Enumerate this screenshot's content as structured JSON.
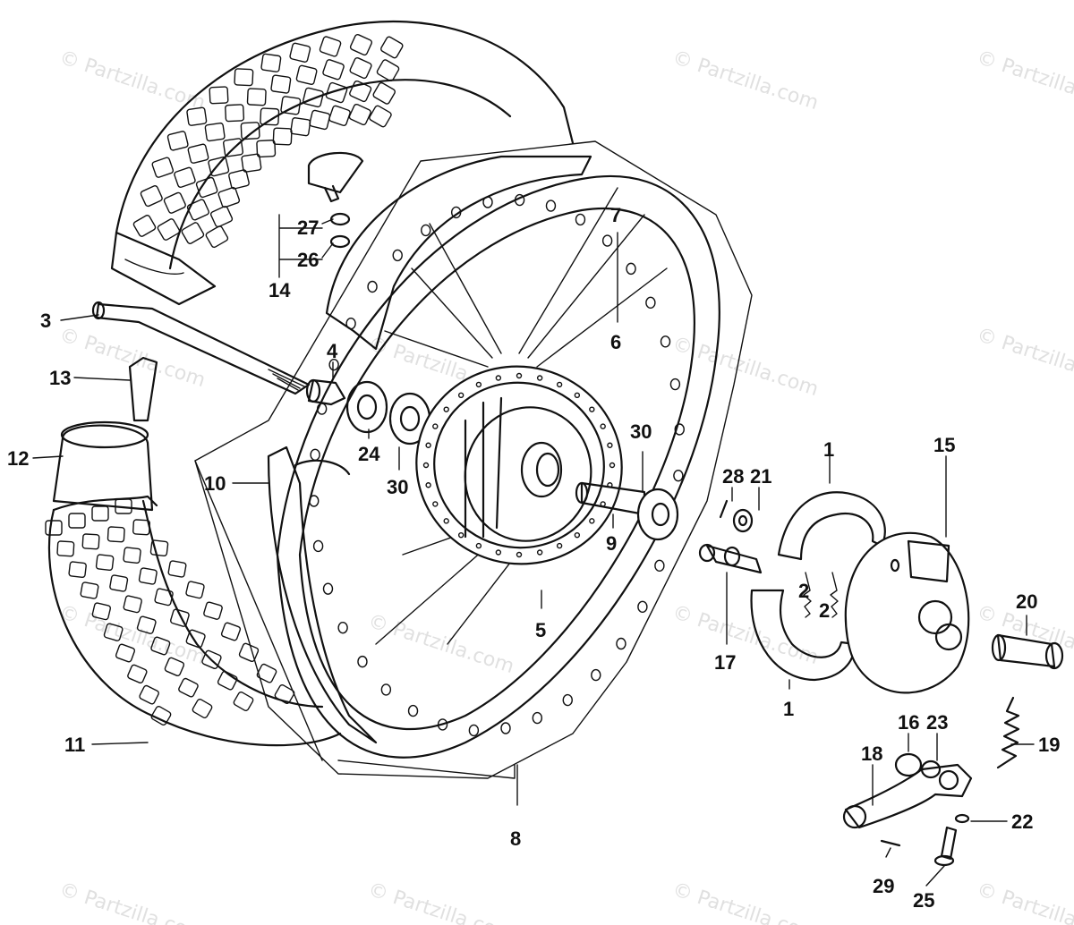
{
  "watermark": "© Partzilla.com",
  "parts": [
    {
      "id": "p1a",
      "text": "1"
    },
    {
      "id": "p1b",
      "text": "1"
    },
    {
      "id": "p2a",
      "text": "2"
    },
    {
      "id": "p2b",
      "text": "2"
    },
    {
      "id": "p3",
      "text": "3"
    },
    {
      "id": "p4",
      "text": "4"
    },
    {
      "id": "p5",
      "text": "5"
    },
    {
      "id": "p6",
      "text": "6"
    },
    {
      "id": "p7",
      "text": "7"
    },
    {
      "id": "p8",
      "text": "8"
    },
    {
      "id": "p9",
      "text": "9"
    },
    {
      "id": "p10",
      "text": "10"
    },
    {
      "id": "p11",
      "text": "11"
    },
    {
      "id": "p12",
      "text": "12"
    },
    {
      "id": "p13",
      "text": "13"
    },
    {
      "id": "p14",
      "text": "14"
    },
    {
      "id": "p15",
      "text": "15"
    },
    {
      "id": "p16",
      "text": "16"
    },
    {
      "id": "p17",
      "text": "17"
    },
    {
      "id": "p18",
      "text": "18"
    },
    {
      "id": "p19",
      "text": "19"
    },
    {
      "id": "p20",
      "text": "20"
    },
    {
      "id": "p21",
      "text": "21"
    },
    {
      "id": "p22",
      "text": "22"
    },
    {
      "id": "p23",
      "text": "23"
    },
    {
      "id": "p24",
      "text": "24"
    },
    {
      "id": "p25",
      "text": "25"
    },
    {
      "id": "p26",
      "text": "26"
    },
    {
      "id": "p27",
      "text": "27"
    },
    {
      "id": "p28",
      "text": "28"
    },
    {
      "id": "p29",
      "text": "29"
    },
    {
      "id": "p30a",
      "text": "30"
    },
    {
      "id": "p30b",
      "text": "30"
    }
  ]
}
